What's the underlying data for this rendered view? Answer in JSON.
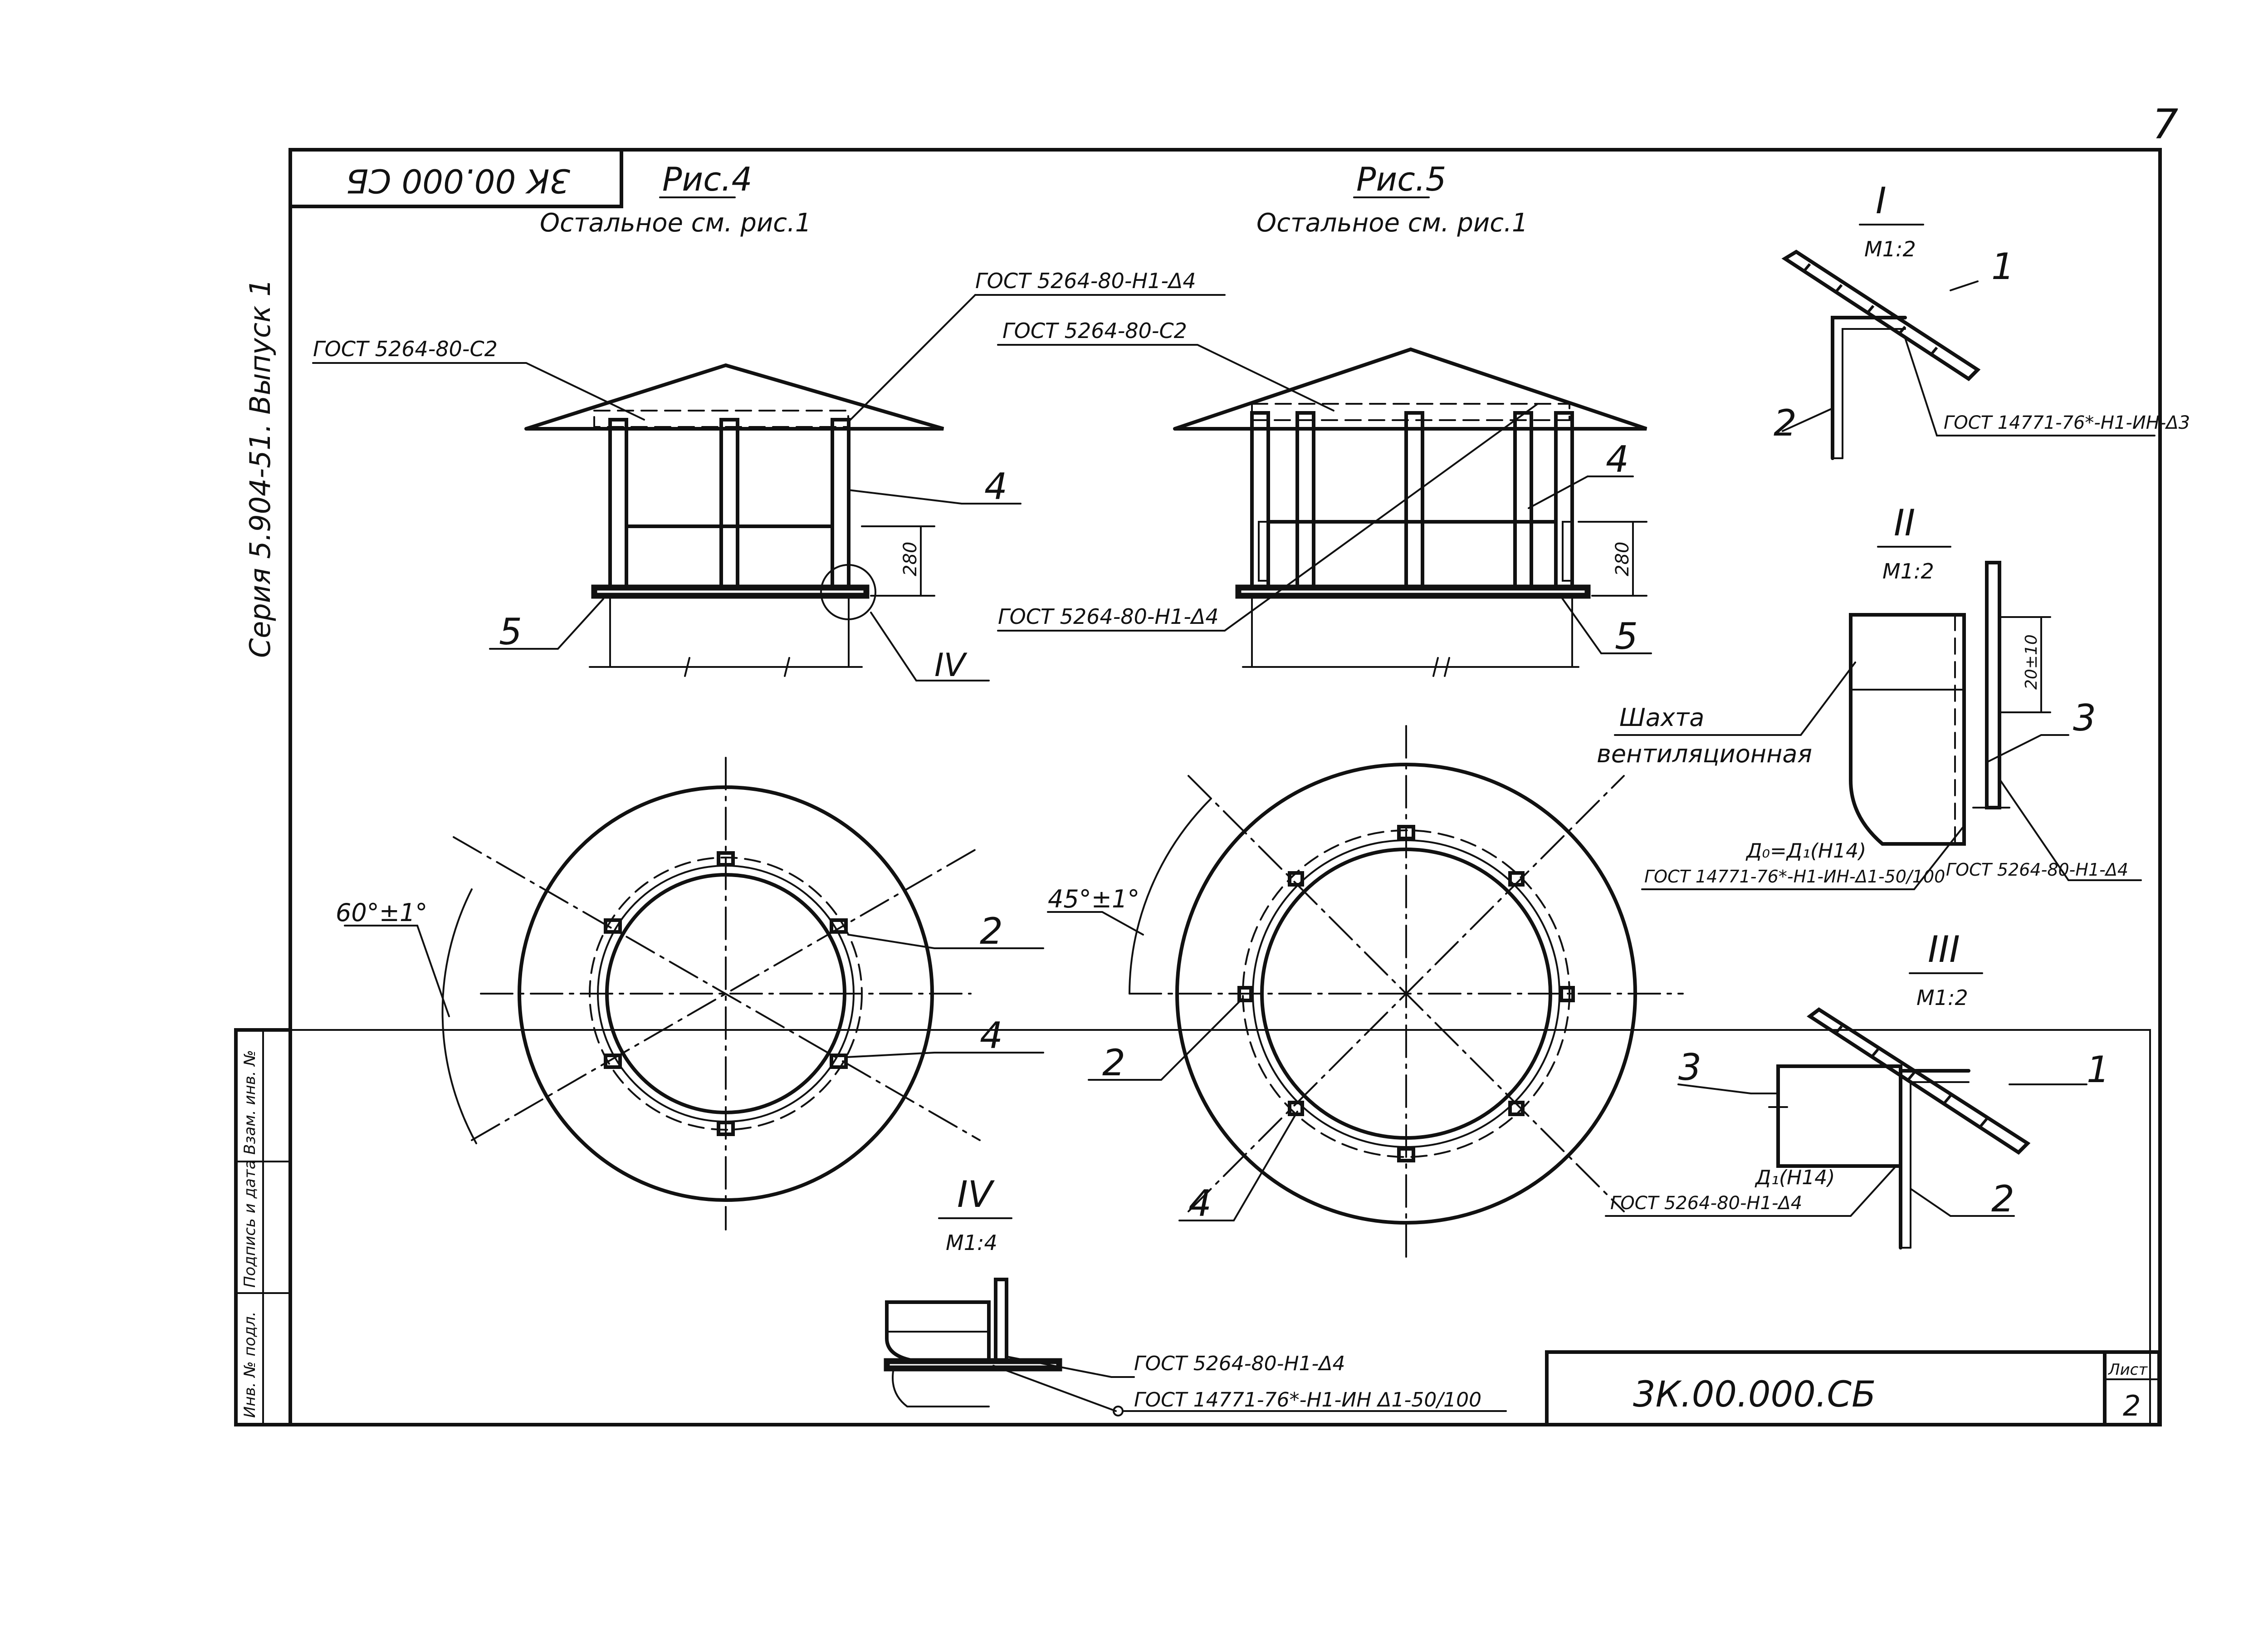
{
  "sheet_number": "7",
  "doc_code_upside": "3К 00.000 СБ",
  "series_note": "Серия 5.904-51. Выпуск 1",
  "side_stamp": [
    "Инв. № подл.",
    "Подпись и дата",
    "Взам. инв. №"
  ],
  "fig4": {
    "title": "Рис.4",
    "note": "Остальное см. рис.1",
    "weld_top": "ГОСТ 5264-80-Н1-Δ4",
    "weld_left": "ГОСТ 5264-80-С2",
    "dim": "280",
    "callout_4": "4",
    "callout_5": "5",
    "callout_IV": "IV"
  },
  "fig5": {
    "title": "Рис.5",
    "note": "Остальное см. рис.1",
    "weld_top": "ГОСТ 5264-80-С2",
    "weld_bottom": "ГОСТ 5264-80-Н1-Δ4",
    "dim": "280",
    "callout_4": "4",
    "callout_5": "5"
  },
  "plan4": {
    "angle": "60°±1°",
    "callout_2": "2",
    "callout_4": "4"
  },
  "plan5": {
    "angle": "45°±1°",
    "callout_2": "2",
    "callout_4": "4"
  },
  "detail_I": {
    "label": "I",
    "scale": "М1:2",
    "callout_1": "1",
    "callout_2": "2",
    "weld": "ГОСТ 14771-76*-Н1-ИН-Δ3"
  },
  "detail_II": {
    "label": "II",
    "scale": "М1:2",
    "dim": "20±10",
    "shaft_label_1": "Шахта",
    "shaft_label_2": "вентиляционная",
    "callout_3": "3",
    "note_d": "Д₀=Д₁(Н14)",
    "weld_a": "ГОСТ 14771-76*-Н1-ИН-Δ1-50/100",
    "weld_b": "ГОСТ 5264-80-Н1-Δ4"
  },
  "detail_III": {
    "label": "III",
    "scale": "М1:2",
    "callout_1": "1",
    "callout_2": "2",
    "callout_3": "3",
    "note_d": "Д₁(Н14)",
    "weld": "ГОСТ 5264-80-Н1-Δ4"
  },
  "detail_IV": {
    "label": "IV",
    "scale": "М1:4",
    "weld_a": "ГОСТ 5264-80-Н1-Δ4",
    "weld_b": "ГОСТ 14771-76*-Н1-ИН Δ1-50/100"
  },
  "title_block": {
    "code": "3К.00.000.СБ",
    "sheet_label": "Лист",
    "sheet_value": "2"
  }
}
